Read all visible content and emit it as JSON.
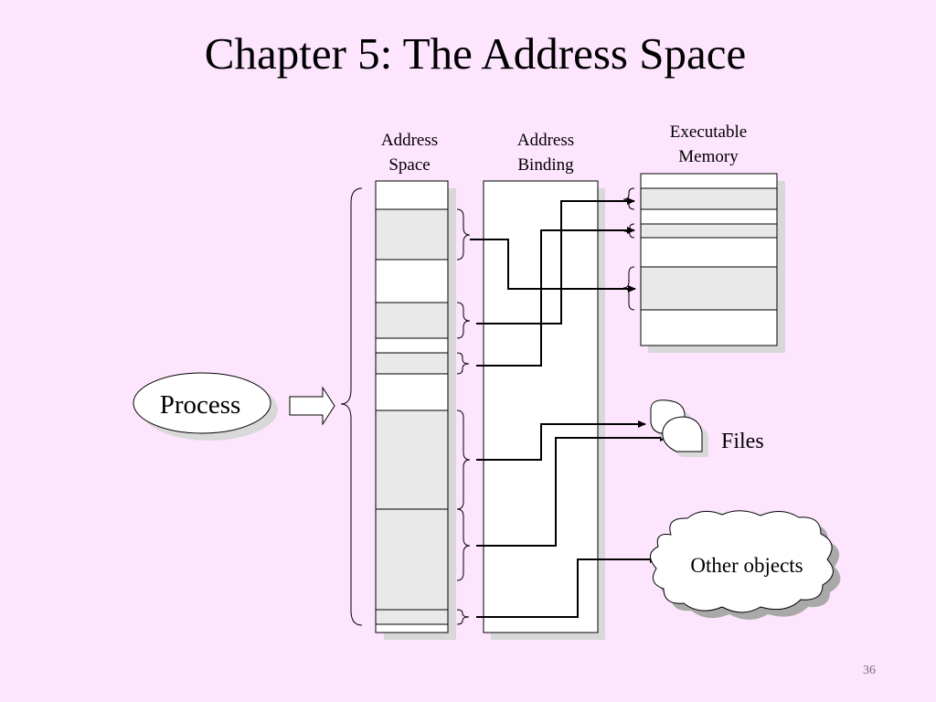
{
  "slide": {
    "title": "Chapter 5: The Address Space",
    "page_number": "36"
  },
  "labels": {
    "address_space": [
      "Address",
      "Space"
    ],
    "address_binding": [
      "Address",
      "Binding"
    ],
    "executable_memory": [
      "Executable",
      "Memory"
    ],
    "process": "Process",
    "files": "Files",
    "other_objects": "Other objects"
  },
  "colors": {
    "background": "#fde5fd",
    "shaded_segment": "#e9e9e9",
    "shadow": "#d8d8d8",
    "line": "#000000"
  }
}
